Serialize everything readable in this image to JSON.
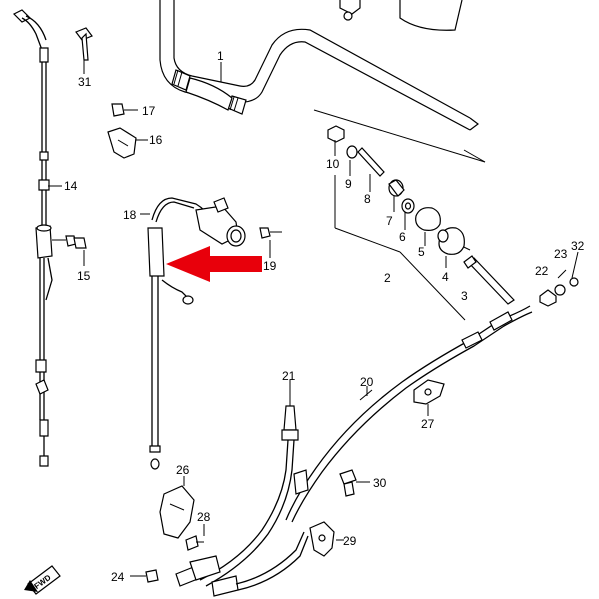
{
  "diagram": {
    "part_numbers": {
      "p1": "1",
      "p2": "2",
      "p3": "3",
      "p4": "4",
      "p5": "5",
      "p6": "6",
      "p7": "7",
      "p8": "8",
      "p9": "9",
      "p10": "10",
      "p14": "14",
      "p15": "15",
      "p16": "16",
      "p17": "17",
      "p18": "18",
      "p19": "19",
      "p20": "20",
      "p21": "21",
      "p22": "22",
      "p23": "23",
      "p24": "24",
      "p26": "26",
      "p27": "27",
      "p28": "28",
      "p29": "29",
      "p30": "30",
      "p31": "31",
      "p32": "32"
    },
    "fwd_label": "FWD",
    "arrow_color": "#e8000b"
  }
}
